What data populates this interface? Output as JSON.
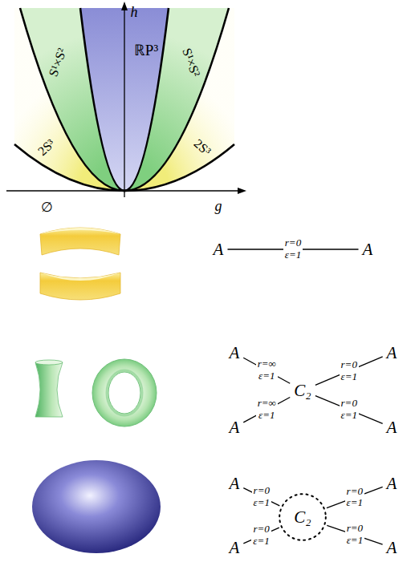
{
  "diagram": {
    "nodes": [
      {
        "text": [
          "A"
        ]
      },
      {
        "text": [
          "A"
        ]
      },
      {
        "text": [
          "A"
        ]
      },
      {
        "text": [
          "A"
        ]
      },
      {
        "text": [
          "C₂"
        ]
      },
      {
        "text": [
          "A"
        ]
      },
      {
        "text": [
          "A"
        ]
      },
      {
        "text": [
          "A"
        ]
      },
      {
        "text": [
          "A"
        ]
      },
      {
        "text": [
          "C₂"
        ]
      },
      {
        "text": [
          "A"
        ]
      },
      {
        "text": [
          "A"
        ]
      }
    ],
    "edges": [
      {
        "from": 0,
        "to": 1,
        "arrow": "none",
        "label": "r=0 ε=1"
      },
      {
        "from": 2,
        "to": 4,
        "arrow": "none",
        "label": "r=∞ ε=1"
      },
      {
        "from": 4,
        "to": 3,
        "arrow": "none",
        "label": "r=0 ε=1"
      },
      {
        "from": 5,
        "to": 4,
        "arrow": "none",
        "label": "r=∞ ε=1"
      },
      {
        "from": 4,
        "to": 6,
        "arrow": "none",
        "label": "r=0 ε=1"
      },
      {
        "from": 7,
        "to": 9,
        "arrow": "none",
        "label": "r=0 ε=1"
      },
      {
        "from": 9,
        "to": 8,
        "arrow": "none",
        "label": "r=0 ε=1"
      },
      {
        "from": 10,
        "to": 9,
        "arrow": "none",
        "label": "r=0 ε=1"
      },
      {
        "from": 9,
        "to": 11,
        "arrow": "none",
        "label": "r=0 ε=1"
      }
    ],
    "labels": [
      "h",
      "ℝP³",
      "S¹×S²",
      "S¹×S²",
      "2S³",
      "2S³",
      "∅",
      "g"
    ]
  }
}
